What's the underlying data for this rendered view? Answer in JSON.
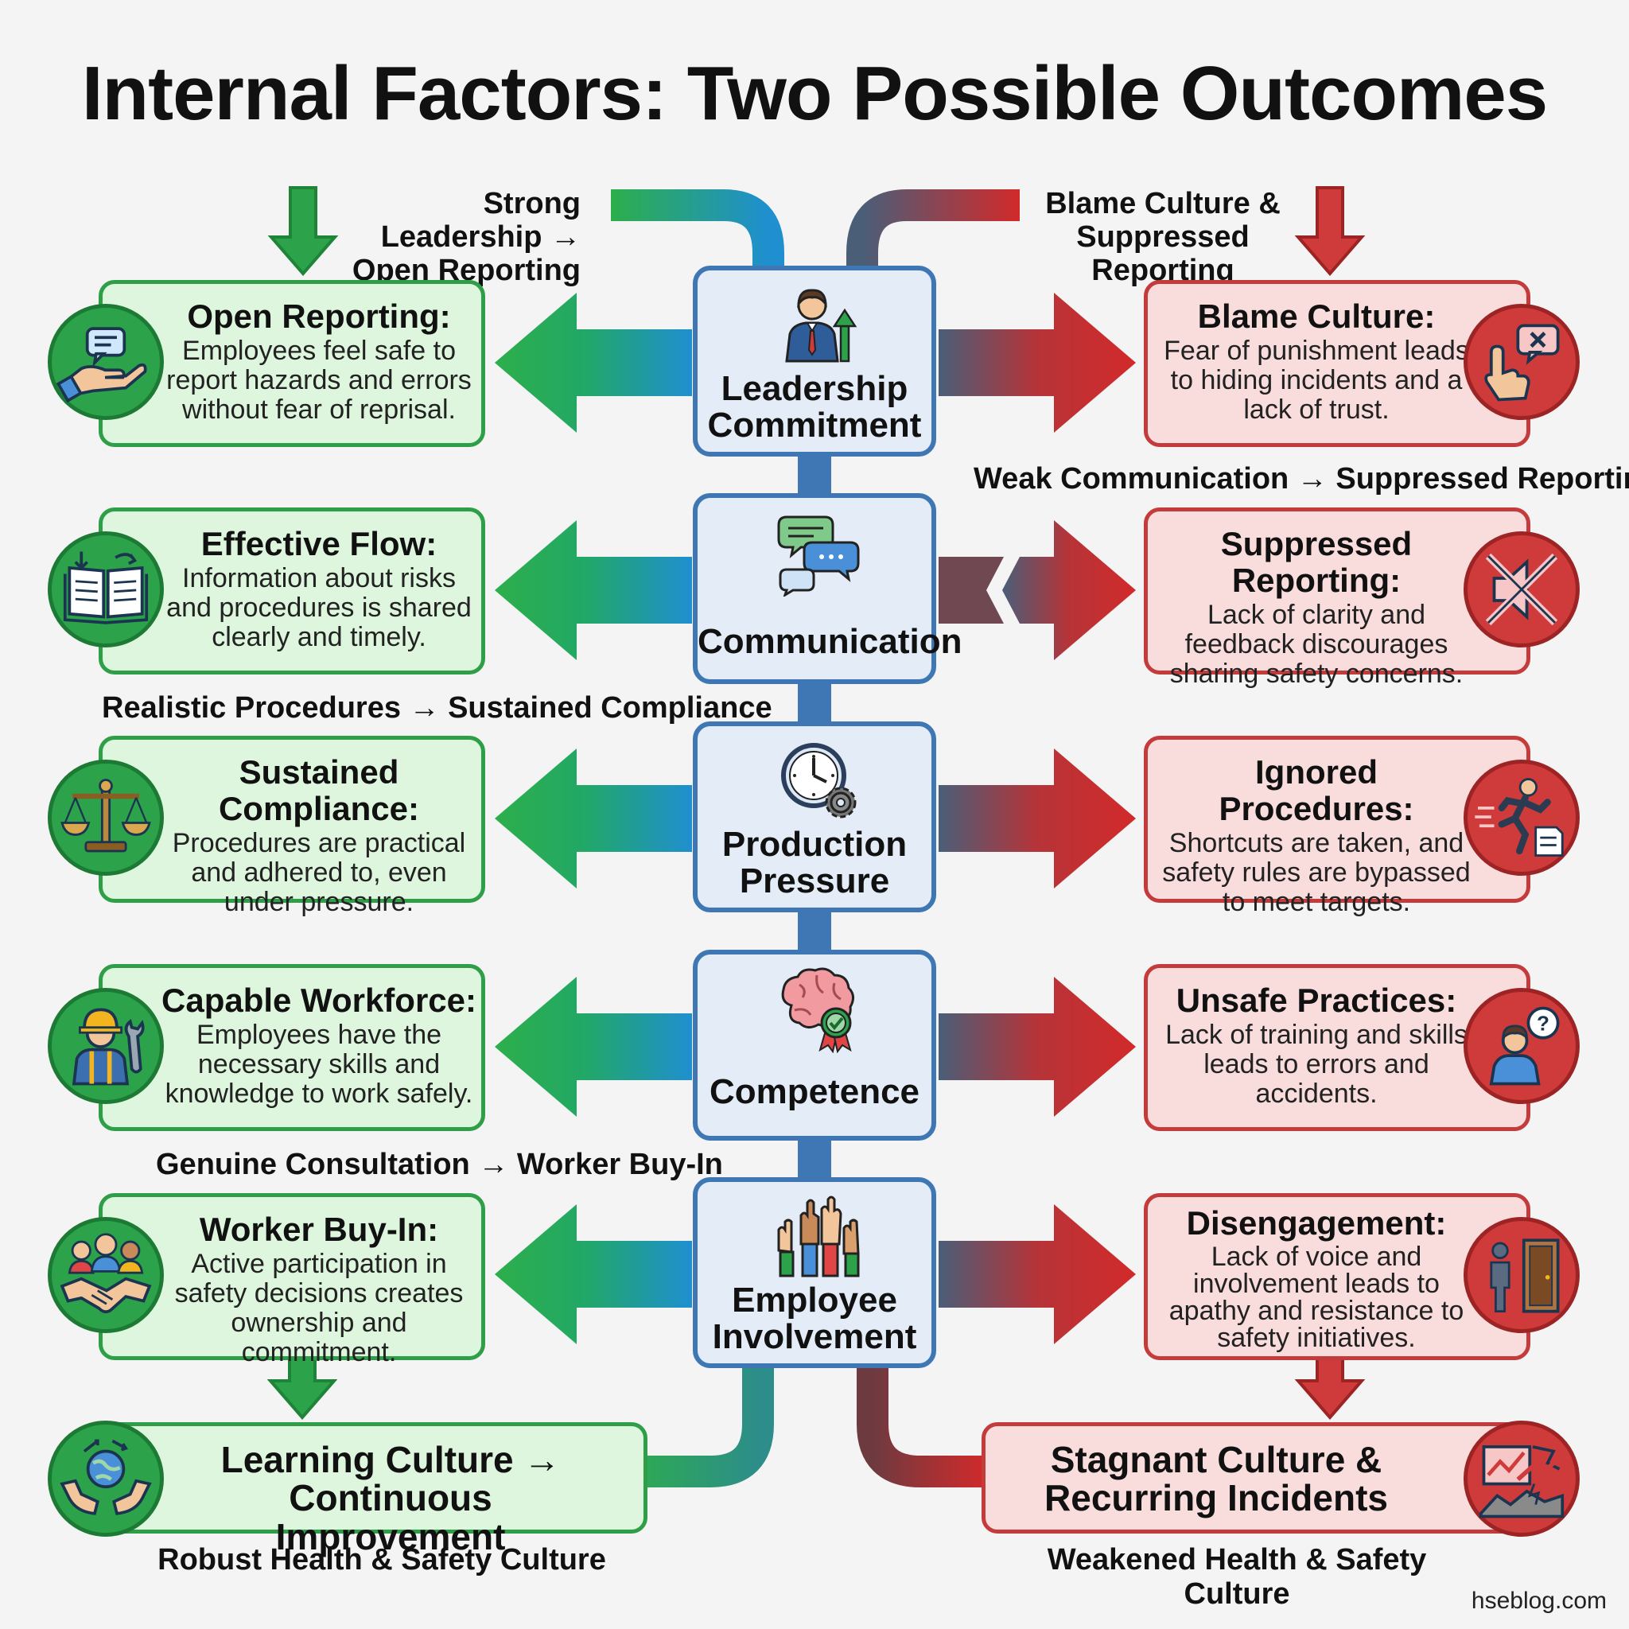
{
  "title": "Internal Factors: Two Possible Outcomes",
  "colors": {
    "positive": "#2ca24a",
    "positive_fill": "#ddf6dd",
    "negative": "#cf3a3a",
    "negative_fill": "#f9dcdc",
    "hub": "#3e77b3",
    "hub_fill": "#e3ecf7"
  },
  "flow_labels": {
    "strong_leadership": "Strong Leadership → Open Reporting",
    "blame_culture": "Blame Culture & Suppressed Reporting",
    "weak_communication": "Weak Communication → Suppressed Reporting",
    "realistic_procedures": "Realistic Procedures → Sustained Compliance",
    "genuine_consultation": "Genuine Consultation → Worker Buy-In"
  },
  "factors": [
    {
      "label": "Leadership Commitment",
      "icon": "leader-growth-icon"
    },
    {
      "label": "Communication",
      "icon": "chat-bubbles-icon"
    },
    {
      "label": "Production Pressure",
      "icon": "clock-gear-icon"
    },
    {
      "label": "Competence",
      "icon": "brain-award-icon"
    },
    {
      "label": "Employee Involvement",
      "icon": "raised-hands-icon"
    }
  ],
  "positive_outcomes": [
    {
      "heading": "Open Reporting:",
      "text": "Employees feel safe to report hazards and errors without fear of reprisal.",
      "icon": "hand-message-icon"
    },
    {
      "heading": "Effective Flow:",
      "text": "Information about risks and procedures is shared clearly and timely.",
      "icon": "open-book-icon"
    },
    {
      "heading": "Sustained Compliance:",
      "text": "Procedures are practical and adhered to, even under pressure.",
      "icon": "scales-icon"
    },
    {
      "heading": "Capable Workforce:",
      "text": "Employees have the necessary skills and knowledge to work safely.",
      "icon": "worker-wrench-icon"
    },
    {
      "heading": "Worker Buy-In:",
      "text": "Active participation in safety decisions creates ownership and commitment.",
      "icon": "handshake-team-icon"
    }
  ],
  "negative_outcomes": [
    {
      "heading": "Blame Culture:",
      "text": "Fear of punishment leads to hiding incidents and a lack of trust.",
      "icon": "pointing-finger-icon"
    },
    {
      "heading": "Suppressed Reporting:",
      "text": "Lack of clarity and feedback discourages sharing safety concerns.",
      "icon": "muted-speaker-icon"
    },
    {
      "heading": "Ignored Procedures:",
      "text": "Shortcuts are taken, and safety rules are bypassed to meet targets.",
      "icon": "running-person-icon"
    },
    {
      "heading": "Unsafe Practices:",
      "text": "Lack of training and skills leads to errors and accidents.",
      "icon": "confused-worker-icon"
    },
    {
      "heading": "Disengagement:",
      "text": "Lack of voice and involvement leads to apathy and resistance to safety initiatives.",
      "icon": "person-door-icon"
    }
  ],
  "final_positive": {
    "text": "Learning Culture → Continuous Improvement",
    "caption": "Robust Health & Safety Culture",
    "icon": "hands-globe-icon"
  },
  "final_negative": {
    "text": "Stagnant Culture & Recurring Incidents",
    "caption": "Weakened Health & Safety Culture",
    "icon": "broken-chart-icon"
  },
  "watermark": "hseblog.com"
}
